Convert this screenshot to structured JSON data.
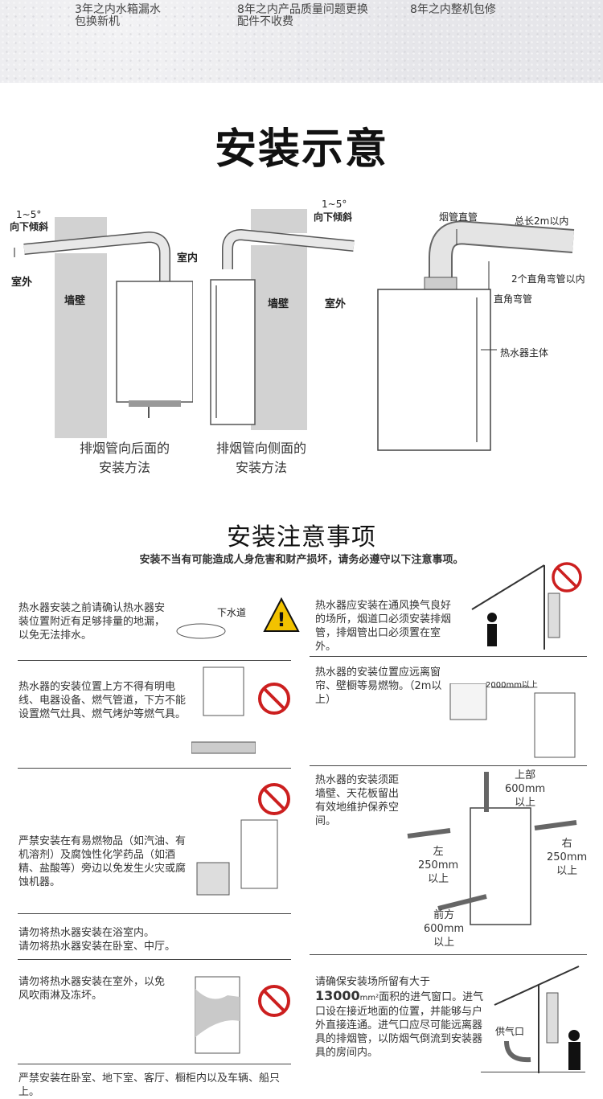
{
  "warranty": [
    {
      "line1": "3年之内水箱漏水",
      "line2": "包换新机"
    },
    {
      "line1": "8年之内产品质量问题更换",
      "line2": "配件不收费"
    },
    {
      "line1": "8年之内整机包修",
      "line2": ""
    }
  ],
  "install_title": "安装示意",
  "diagram_rear": {
    "angle": "1~5°",
    "tilt": "向下倾斜",
    "indoor": "室内",
    "outdoor": "室外",
    "wall": "墙壁",
    "caption1": "排烟管向后面的",
    "caption2": "安装方法"
  },
  "diagram_side": {
    "angle": "1~5°",
    "tilt": "向下倾斜",
    "wall": "墙壁",
    "outdoor": "室外",
    "caption1": "排烟管向侧面的",
    "caption2": "安装方法"
  },
  "diagram_parts": {
    "straight_pipe": "烟管直管",
    "total_length": "总长2m以内",
    "two_elbows": "2个直角弯管以内",
    "elbow": "直角弯管",
    "main_body": "热水器主体"
  },
  "notes_title": "安装注意事项",
  "notes_subtitle": "安装不当有可能造成人身危害和财产损坏，请务必遵守以下注意事项。",
  "notes": {
    "drain": "热水器安装之前请确认热水器安装位置附近有足够排量的地漏，以免无法排水。",
    "drain_label": "下水道",
    "above": "热水器的安装位置上方不得有明电线、电器设备、燃气管道，下方不能设置燃气灶具、燃气烤炉等燃气具。",
    "flammable": "严禁安装在有易燃物品（如汽油、有机溶剂）及腐蚀性化学药品（如酒精、盐酸等）旁边以免发生火灾或腐蚀机器。",
    "bathroom1": "请勿将热水器安装在浴室内。",
    "bathroom2": "请勿将热水器安装在卧室、中厅。",
    "outdoor": "请勿将热水器安装在室外，以免风吹雨淋及冻坏。",
    "forbidden": "严禁安装在卧室、地下室、客厅、橱柜内以及车辆、船只上。",
    "ventilation": "热水器应安装在通风换气良好的场所，烟道口必须安装排烟管，排烟管出口必须置在室外。",
    "curtain": "热水器的安装位置应远离窗帘、壁橱等易燃物。（2m以上）",
    "curtain_dist": "2000mm以上",
    "clearance": "热水器的安装须距墙壁、天花板留出有效地维护保养空间。",
    "top": "上部",
    "top_v": "600mm",
    "top_s": "以上",
    "left": "左",
    "left_v": "250mm",
    "left_s": "以上",
    "right": "右",
    "right_v": "250mm",
    "right_s": "以上",
    "front": "前方",
    "front_v": "600mm",
    "front_s": "以上",
    "air_pre": "请确保安装场所留有大于",
    "air_num": "13000",
    "air_unit": "mm²",
    "air_post": "面积的进气窗口。进气口设在接近地面的位置，并能够与户外直接连通。进气口应尽可能远离器具的排烟管，以防烟气倒流到安装器具的房间内。",
    "air_inlet": "供气口"
  },
  "colors": {
    "accent_red": "#cc1f1f",
    "warn_yellow": "#f2c200",
    "arrow_gray": "#666666"
  }
}
